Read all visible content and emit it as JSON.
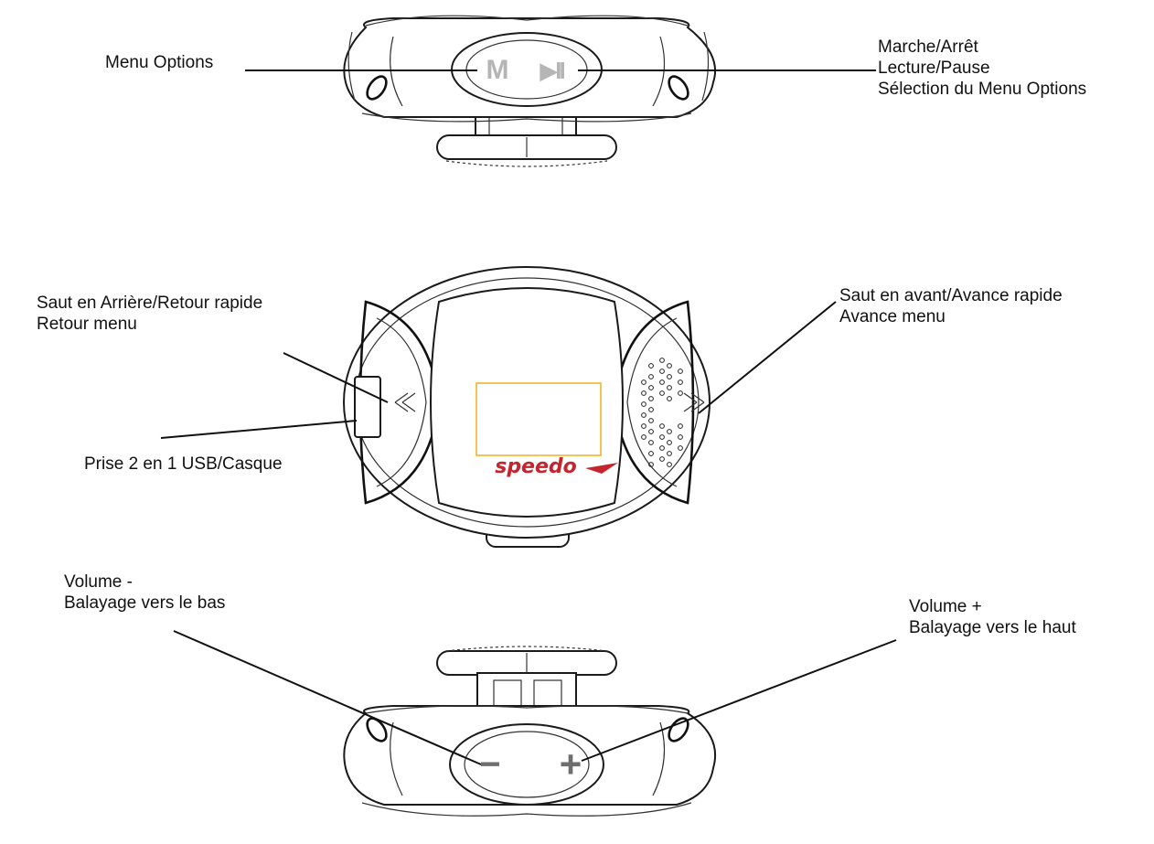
{
  "labels": {
    "menu_options": "Menu Options",
    "power": [
      "Marche/Arrêt",
      "Lecture/Pause",
      "Sélection du Menu Options"
    ],
    "skip_back": [
      "Saut en Arrière/Retour rapide",
      "Retour menu"
    ],
    "skip_forward": [
      "Saut en avant/Avance rapide",
      "Avance menu"
    ],
    "usb_jack": "Prise 2 en 1 USB/Casque",
    "volume_down": [
      "Volume -",
      "Balayage vers le bas"
    ],
    "volume_up": [
      "Volume +",
      "Balayage vers le haut"
    ]
  },
  "device": {
    "top_buttons": [
      "M",
      "▶II"
    ],
    "bottom_buttons": [
      "−",
      "+"
    ],
    "logo": "speedo"
  },
  "colors": {
    "screen_border": "#f0b429",
    "logo": "#c4252f",
    "button_glyph": "#b5b5b5"
  }
}
